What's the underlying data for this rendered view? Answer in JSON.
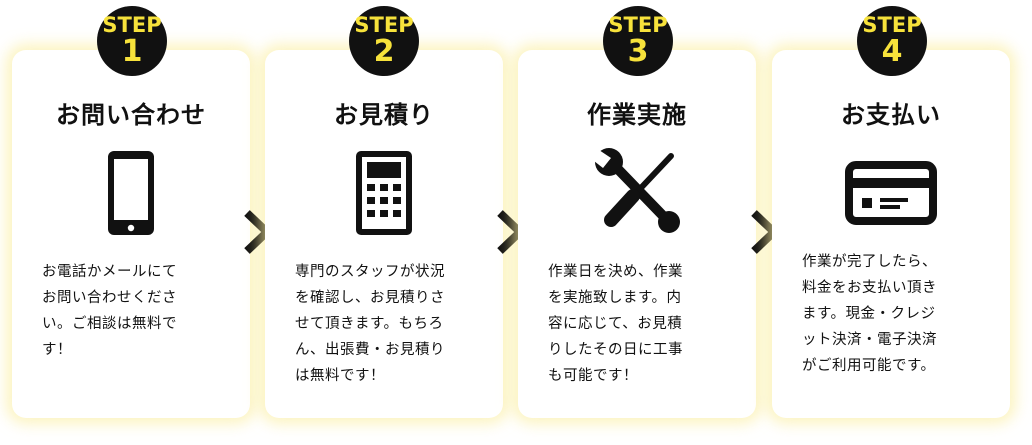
{
  "steps": [
    {
      "step_label": "STEP",
      "number": "1",
      "title": "お問い合わせ",
      "icon": "smartphone-icon",
      "description": "お電話かメールにて\nお問い合わせくださ\nい。ご相談は無料で\nす！"
    },
    {
      "step_label": "STEP",
      "number": "2",
      "title": "お見積り",
      "icon": "calculator-icon",
      "description": "専門のスタッフが状況\nを確認し、お見積りさ\nせて頂きます。もちろ\nん、出張費・お見積り\nは無料です！"
    },
    {
      "step_label": "STEP",
      "number": "3",
      "title": "作業実施",
      "icon": "tools-icon",
      "description": "作業日を決め、作業\nを実施致します。内\n容に応じて、お見積\nりしたその日に工事\nも可能です！"
    },
    {
      "step_label": "STEP",
      "number": "4",
      "title": "お支払い",
      "icon": "credit-card-icon",
      "description": "作業が完了したら、\n料金をお支払い頂き\nます。現金・クレジ\nット決済・電子決済\nがご利用可能です。"
    }
  ],
  "colors": {
    "badge_bg": "#111111",
    "badge_text": "#f7e23b",
    "card_glow": "#faeea0",
    "text": "#111111"
  },
  "arrow_icon": "chevron-right-icon"
}
